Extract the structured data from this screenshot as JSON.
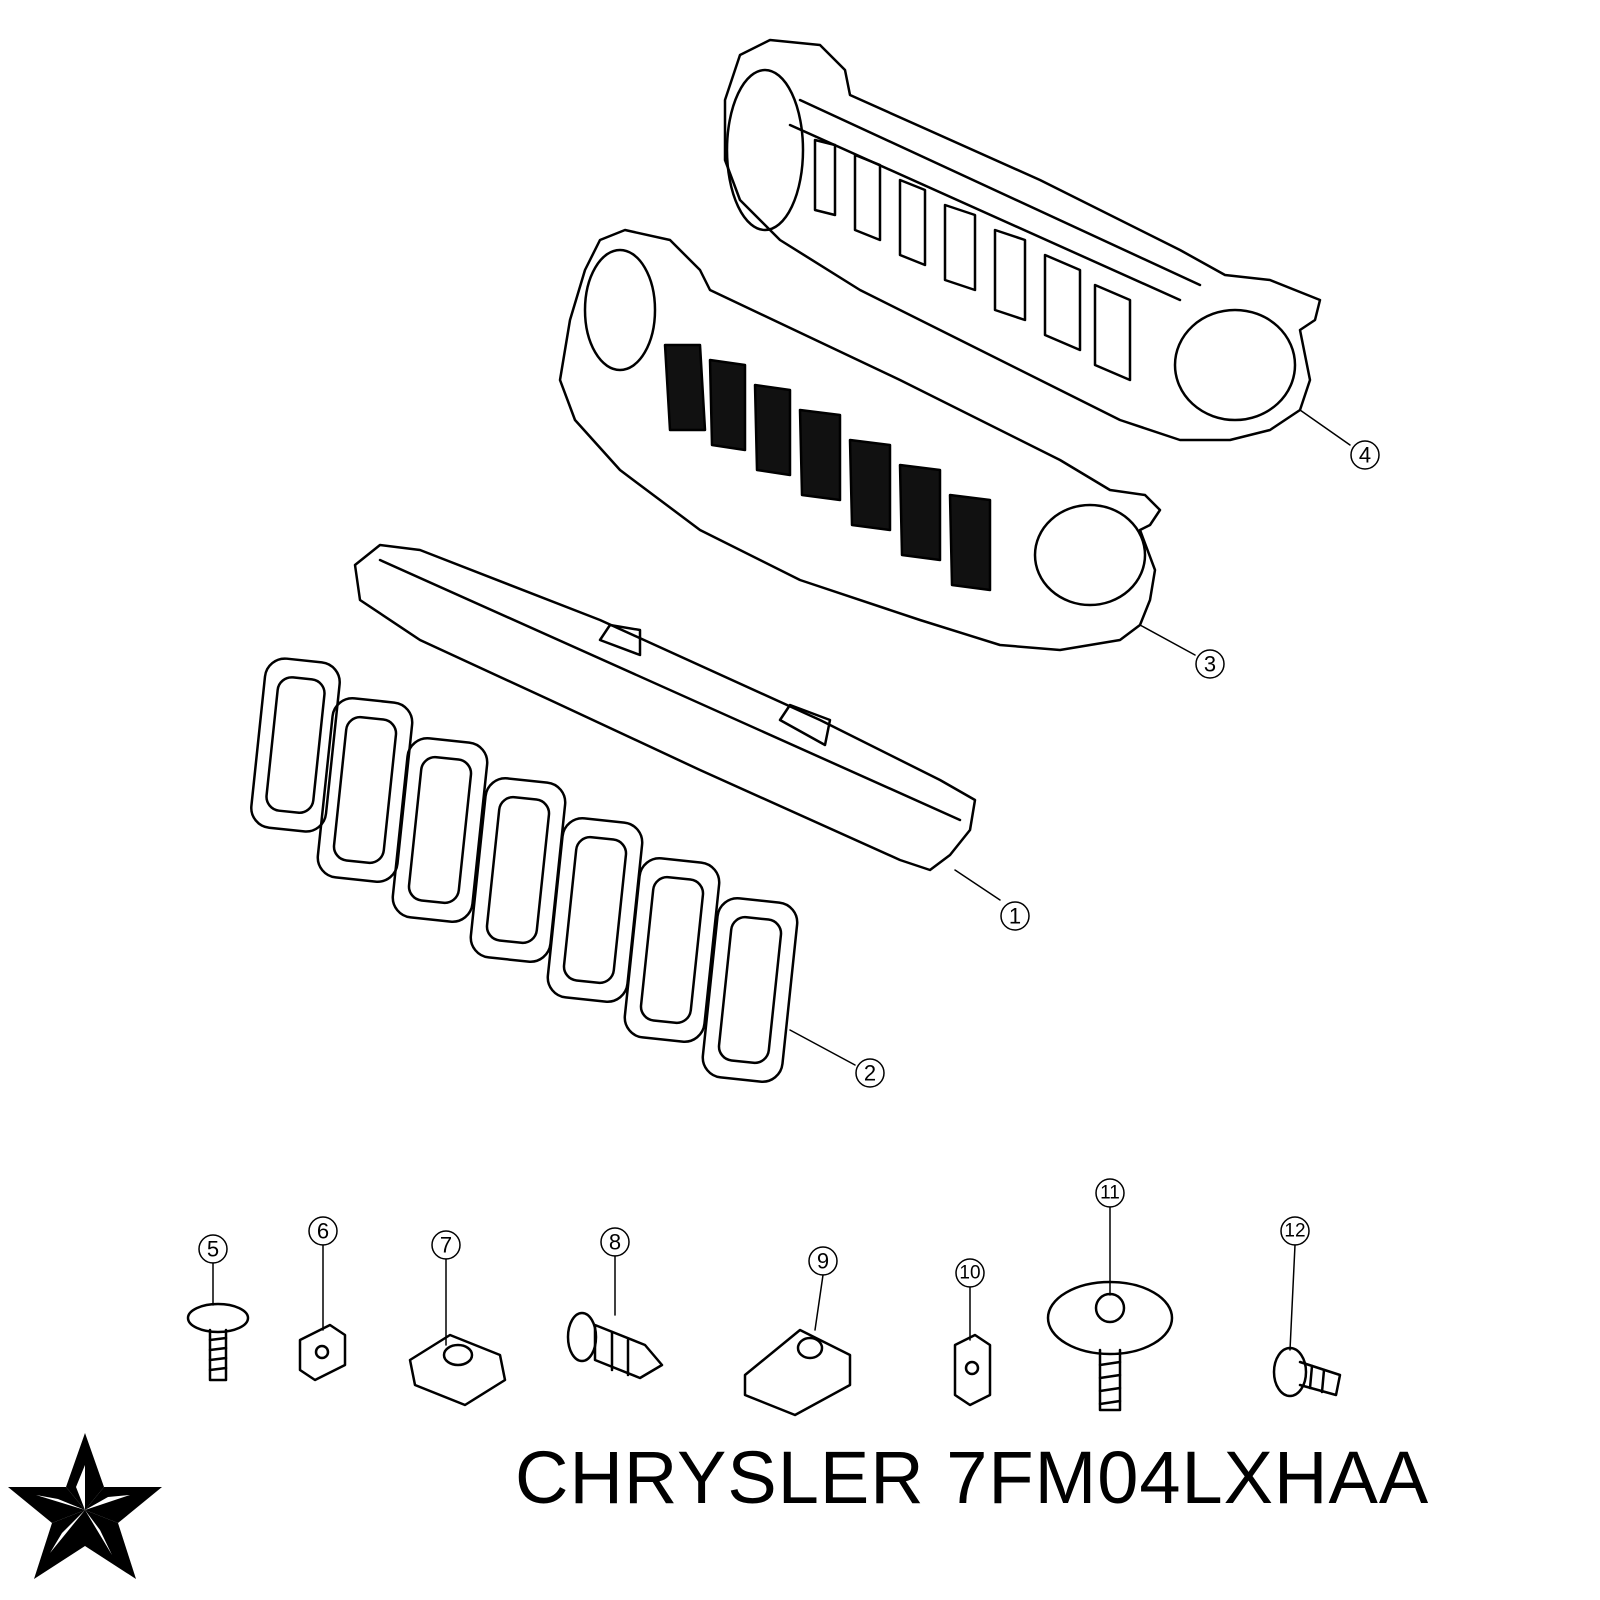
{
  "title": {
    "brand": "CHRYSLER",
    "part_number": "7FM04LXHAA"
  },
  "logo": {
    "name": "chrysler-pentastar-logo",
    "color": "#000000"
  },
  "callouts": [
    "1",
    "2",
    "3",
    "4",
    "5",
    "6",
    "7",
    "8",
    "9",
    "10",
    "11",
    "12"
  ],
  "colors": {
    "line": "#000000",
    "background": "#ffffff",
    "fill_dark": "#111111"
  }
}
